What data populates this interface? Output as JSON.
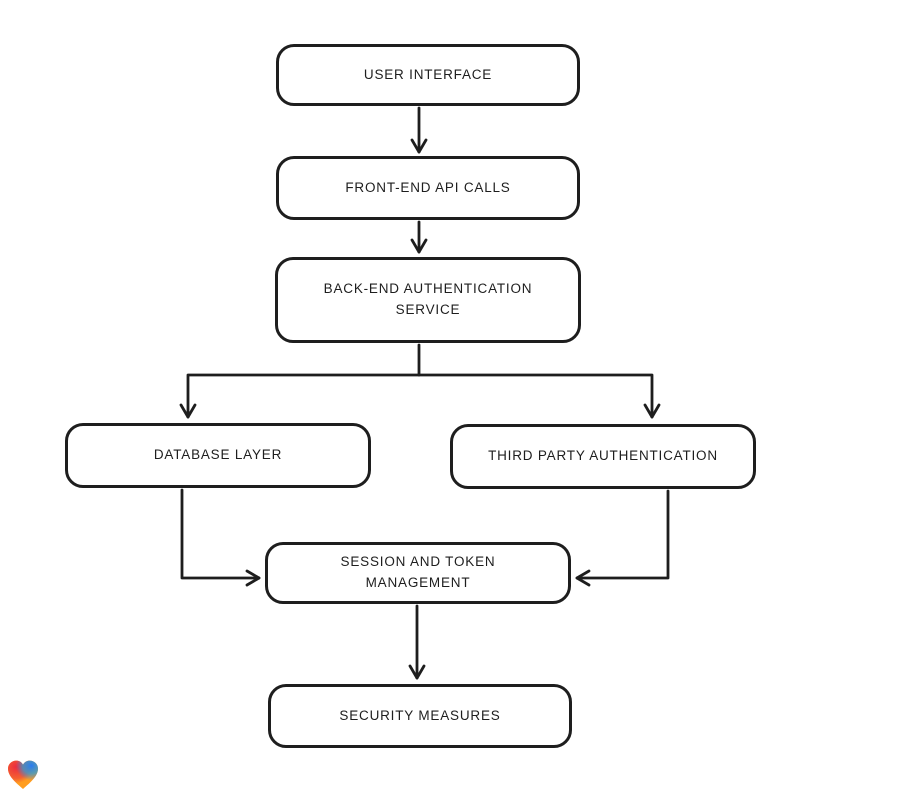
{
  "page": {
    "background": "#ffffff"
  },
  "diagram": {
    "type": "flowchart",
    "style": "hand-drawn",
    "colors": {
      "stroke": "#1e1e1e",
      "node_fill": "#ffffff"
    },
    "nodes": [
      {
        "id": "user-interface",
        "label": "USER INTERFACE"
      },
      {
        "id": "front-end-api-calls",
        "label": "FRONT-END API CALLS"
      },
      {
        "id": "back-end-authentication-service",
        "label": "BACK-END AUTHENTICATION\nSERVICE"
      },
      {
        "id": "database-layer",
        "label": "DATABASE LAYER"
      },
      {
        "id": "third-party-authentication",
        "label": "THIRD PARTY AUTHENTICATION"
      },
      {
        "id": "session-and-token-management",
        "label": "SESSION AND TOKEN\nMANAGEMENT"
      },
      {
        "id": "security-measures",
        "label": "SECURITY MEASURES"
      }
    ],
    "edges": [
      {
        "from": "user-interface",
        "to": "front-end-api-calls"
      },
      {
        "from": "front-end-api-calls",
        "to": "back-end-authentication-service"
      },
      {
        "from": "back-end-authentication-service",
        "to": "database-layer"
      },
      {
        "from": "back-end-authentication-service",
        "to": "third-party-authentication"
      },
      {
        "from": "database-layer",
        "to": "session-and-token-management"
      },
      {
        "from": "third-party-authentication",
        "to": "session-and-token-management"
      },
      {
        "from": "session-and-token-management",
        "to": "security-measures"
      }
    ]
  },
  "logo": {
    "name": "gradient-heart-logo",
    "colors": {
      "red": "#ec2d3e",
      "blue": "#2a7bf0",
      "orange": "#ff9d20"
    }
  }
}
